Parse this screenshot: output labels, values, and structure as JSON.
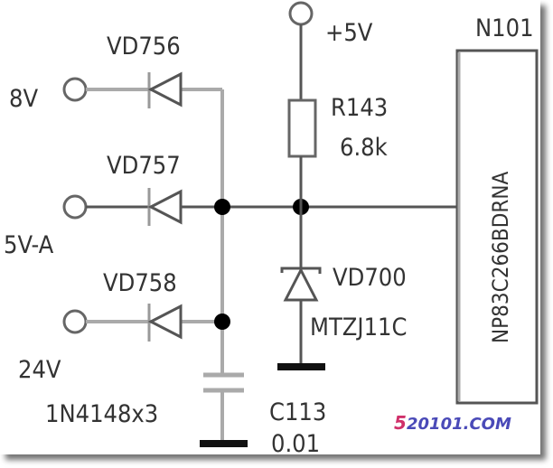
{
  "diagram": {
    "type": "circuit-schematic",
    "inputs": [
      {
        "label": "8V",
        "diode": "VD756"
      },
      {
        "label": "5V-A",
        "diode": "VD757"
      },
      {
        "label": "24V",
        "diode": "VD758"
      }
    ],
    "diode_part": "1N4148x3",
    "supply": "+5V",
    "resistor": {
      "ref": "R143",
      "value": "6.8k"
    },
    "zener": {
      "ref": "VD700",
      "part": "MTZJ11C"
    },
    "capacitor": {
      "ref": "C113",
      "value": "0.01"
    },
    "ic": {
      "ref": "N101",
      "part": "NP83C266BDRNA"
    },
    "watermark": {
      "prefix": "5",
      "text": "20101.COM",
      "prefix_color": "#d0306a",
      "text_color": "#4a4ab8"
    }
  }
}
